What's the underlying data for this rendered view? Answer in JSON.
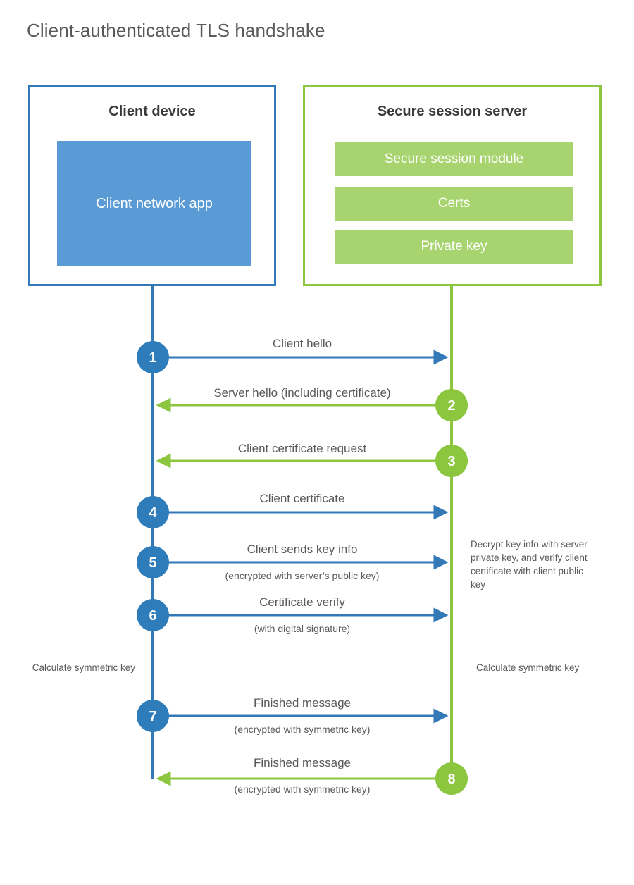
{
  "diagram": {
    "title": "Client-authenticated TLS handshake",
    "colors": {
      "blue_line": "#3479b7",
      "blue_circle": "#2e7cba",
      "blue_fill": "#5b9bd5",
      "green_line": "#8cc63f",
      "green_circle": "#8cc63f",
      "green_fill": "#a7d46f",
      "text": "#58595b",
      "heading": "#3a3a3c"
    }
  },
  "client": {
    "title": "Client device",
    "app_label": "Client network app",
    "note": "Calculate symmetric key"
  },
  "server": {
    "title": "Secure session server",
    "modules": [
      {
        "label": "Secure session module"
      },
      {
        "label": "Certs"
      },
      {
        "label": "Private key"
      }
    ],
    "note_decrypt": "Decrypt key info with server private key, and verify client certificate with client public key",
    "note": "Calculate symmetric key"
  },
  "steps": [
    {
      "number": "1",
      "label": "Client hello",
      "sub": "",
      "direction": "client-to-server",
      "color": "blue"
    },
    {
      "number": "2",
      "label": "Server hello (including certificate)",
      "sub": "",
      "direction": "server-to-client",
      "color": "green"
    },
    {
      "number": "3",
      "label": "Client certificate request",
      "sub": "",
      "direction": "server-to-client",
      "color": "green"
    },
    {
      "number": "4",
      "label": "Client certificate",
      "sub": "",
      "direction": "client-to-server",
      "color": "blue"
    },
    {
      "number": "5",
      "label": "Client sends key info",
      "sub": "(encrypted with server’s public key)",
      "direction": "client-to-server",
      "color": "blue"
    },
    {
      "number": "6",
      "label": "Certificate verify",
      "sub": "(with digital signature)",
      "direction": "client-to-server",
      "color": "blue"
    },
    {
      "number": "7",
      "label": "Finished message",
      "sub": "(encrypted with symmetric key)",
      "direction": "client-to-server",
      "color": "blue"
    },
    {
      "number": "8",
      "label": "Finished message",
      "sub": "(encrypted with symmetric key)",
      "direction": "server-to-client",
      "color": "green"
    }
  ]
}
